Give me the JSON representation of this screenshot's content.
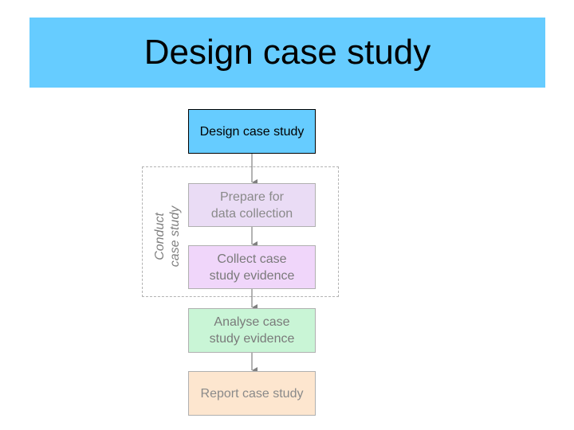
{
  "slide": {
    "title": "Design case study"
  },
  "diagram": {
    "group_label": [
      "Conduct",
      "case study"
    ],
    "steps": {
      "design": [
        "Design case study"
      ],
      "prepare": [
        "Prepare for",
        "data collection"
      ],
      "collect": [
        "Collect case",
        "study evidence"
      ],
      "analyse": [
        "Analyse case",
        "study evidence"
      ],
      "report": [
        "Report case study"
      ]
    }
  },
  "colors": {
    "title_bar": "#66ccff",
    "design_box": "#66ccff",
    "prepare_box": "#eadcf5",
    "collect_box": "#f0d6fa",
    "analyse_box": "#c9f5d6",
    "report_box": "#fde6cf",
    "arrow": "#808080"
  }
}
